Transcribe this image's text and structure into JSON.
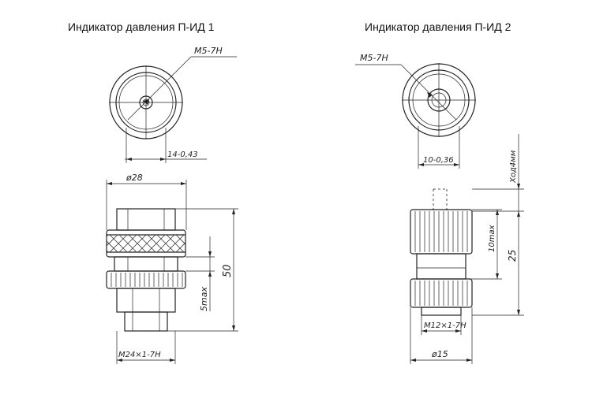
{
  "titles": {
    "left": "Индикатор давления П-ИД 1",
    "right": "Индикатор давления П-ИД 2"
  },
  "left_drawing": {
    "thread_top": "M5-7H",
    "width_flat": "14-0,43",
    "diameter": "ø28",
    "height": "50",
    "stroke": "5max",
    "thread_bottom": "M24×1-7H"
  },
  "right_drawing": {
    "thread_top": "M5-7H",
    "width_flat": "10-0,36",
    "travel": "Ход4мм",
    "stroke": "10max",
    "height": "25",
    "thread_bottom": "M12×1-7H",
    "diameter": "ø15"
  }
}
